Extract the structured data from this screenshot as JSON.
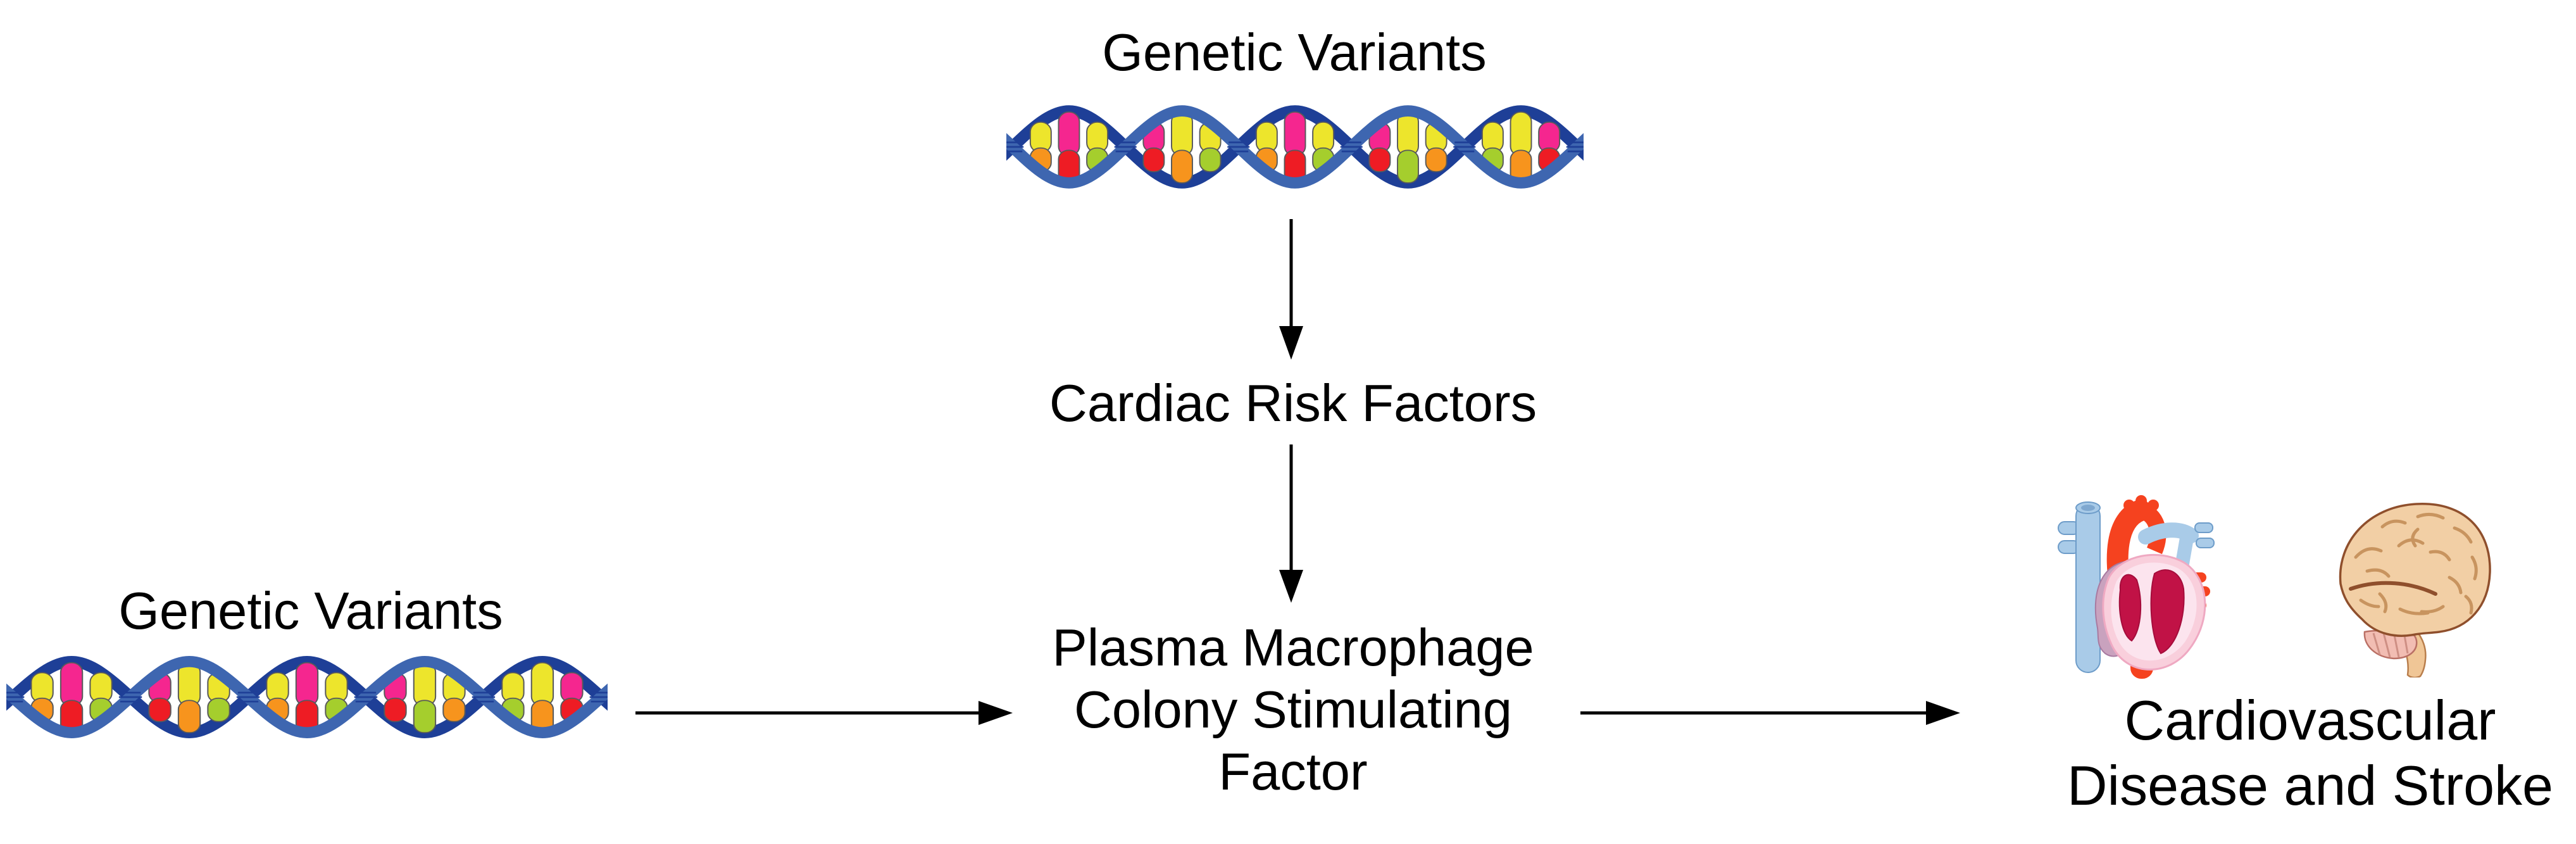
{
  "diagram": {
    "nodes": {
      "genetic_variants_top": {
        "label": "Genetic Variants"
      },
      "cardiac_risk_factors": {
        "label": "Cardiac Risk Factors"
      },
      "plasma_mcsf": {
        "lines": [
          "Plasma Macrophage",
          "Colony Stimulating",
          "Factor"
        ]
      },
      "genetic_variants_left": {
        "label": "Genetic Variants"
      },
      "outcome": {
        "lines": [
          "Cardiovascular",
          "Disease and Stroke"
        ]
      }
    },
    "icons": {
      "dna_top": "dna-double-helix",
      "dna_left": "dna-double-helix",
      "heart": "anatomical-heart",
      "brain": "brain-side-view"
    },
    "colors": {
      "bg": "#ffffff",
      "text": "#000000",
      "arrow": "#000000",
      "dna_strand_front": "#3E66B0",
      "dna_strand_back": "#1E3F97",
      "dna_yellow": "#EDE52C",
      "dna_magenta": "#F5268F",
      "dna_red": "#EE1C24",
      "dna_orange": "#F7941D",
      "dna_green": "#A5CE2D",
      "heart_red": "#F5421F",
      "heart_blue": "#A9CBE8",
      "heart_pink": "#F9CFDC",
      "heart_pink_light": "#FCE4EE",
      "heart_chamber": "#C11246",
      "heart_mauve": "#C9A2BE",
      "brain_base": "#F2CFA5",
      "brain_outline": "#8F4F2C",
      "brain_sulci": "#C8945F",
      "cerebellum": "#F2BDB3",
      "brainstem": "#F0C696"
    }
  }
}
